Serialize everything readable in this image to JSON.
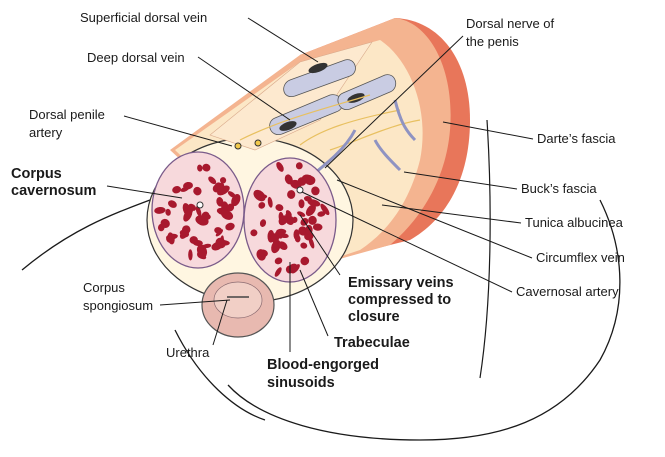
{
  "labels": {
    "superficial_dorsal_vein": "Superficial dorsal vein",
    "dorsal_nerve_line1": "Dorsal nerve of",
    "dorsal_nerve_line2": "the penis",
    "deep_dorsal_vein": "Deep dorsal vein",
    "dorsal_penile_artery_line1": "Dorsal penile",
    "dorsal_penile_artery_line2": "artery",
    "corpus_cavernosum_line1": "Corpus",
    "corpus_cavernosum_line2": "cavernosum",
    "dartes_fascia": "Darte’s fascia",
    "bucks_fascia": "Buck’s fascia",
    "tunica_albucinea": "Tunica albucinea",
    "circumflex_vein": "Circumflex vein",
    "cavernosal_artery": "Cavernosal artery",
    "emissary_line1": "Emissary veins",
    "emissary_line2": "compressed to",
    "emissary_line3": "closure",
    "corpus_spongiosum_line1": "Corpus",
    "corpus_spongiosum_line2": "spongiosum",
    "urethra": "Urethra",
    "trabeculae": "Trabeculae",
    "sinusoids_line1": "Blood-engorged",
    "sinusoids_line2": "sinusoids"
  },
  "colors": {
    "skin_outer": "#e8765a",
    "dartos": "#f4b490",
    "bucks": "#fce7c6",
    "tunica": "#fff6e1",
    "sinusoid_tissue": "#f7d9dc",
    "sinusoid_blood": "#a8192e",
    "vein": "#c9cce3",
    "spongiosum": "#e8b9b0"
  }
}
